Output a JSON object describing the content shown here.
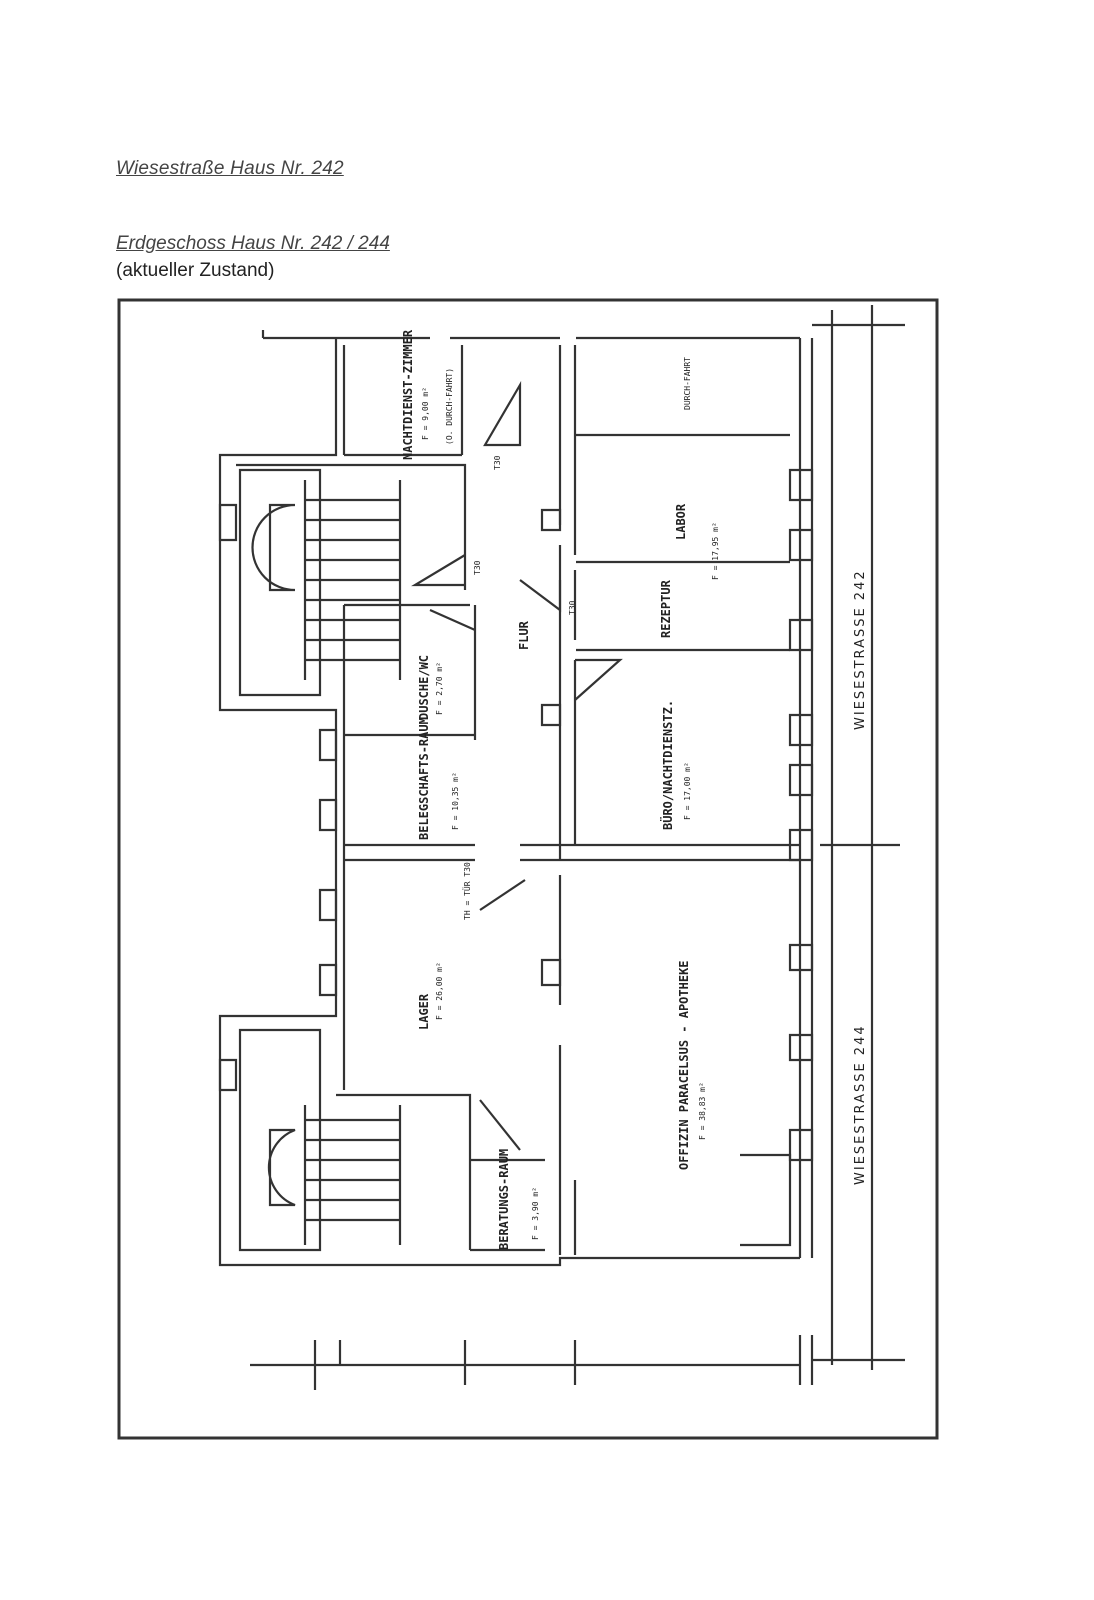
{
  "header": {
    "title": "Wiesestraße Haus Nr. 242",
    "subtitle": "Erdgeschoss Haus Nr. 242 / 244",
    "note": "(aktueller Zustand)"
  },
  "plan": {
    "rooms": [
      {
        "name": "NACHTDIENST-ZIMMER",
        "area": "F = 9,00 m²",
        "extra": "(O. DURCH-FAHRT)"
      },
      {
        "name": "DURCH-FAHRT"
      },
      {
        "name": "LABOR",
        "area": "F = 17,95 m²"
      },
      {
        "name": "REZEPTUR"
      },
      {
        "name": "FLUR"
      },
      {
        "name": "DUSCHE/WC",
        "area": "F = 2,70 m²"
      },
      {
        "name": "BÜRO/NACHTDIENSTZ.",
        "area": "F = 17,00 m²"
      },
      {
        "name": "BELEGSCHAFTS-RAUM",
        "area": "F = 10,35 m²"
      },
      {
        "name": "LAGER",
        "area": "F = 26,00 m²"
      },
      {
        "name": "OFFIZIN PARACELSUS - APOTHEKE",
        "area": "F = 38,83 m²"
      },
      {
        "name": "BERATUNGS-RAUM",
        "area": "F = 3,90 m²"
      }
    ],
    "door_labels": [
      "T30",
      "T30",
      "T30",
      "TH = TÜR T30"
    ],
    "streets": [
      "WIESESTRASSE 242",
      "WIESESTRASSE 244"
    ]
  }
}
